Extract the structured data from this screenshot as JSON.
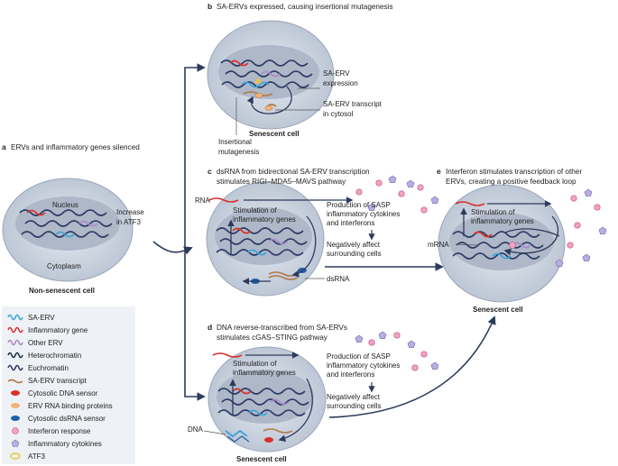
{
  "panel_a": {
    "letter": "a",
    "caption": "ERVs and inflammatory genes silenced",
    "nucleus_label": "Nucleus",
    "cytoplasm_label": "Cytoplasm",
    "cell_label": "Non-senescent cell",
    "arrow_label_1": "Increase",
    "arrow_label_2": "in ATF3"
  },
  "panel_b": {
    "letter": "b",
    "caption": "SA-ERVs expressed, causing insertional mutagenesis",
    "expr_1": "SA-ERV",
    "expr_2": "expression",
    "transcript_1": "SA-ERV transcript",
    "transcript_2": "in cytosol",
    "mut_1": "Insertional",
    "mut_2": "mutagenesis",
    "cell_label": "Senescent cell"
  },
  "panel_c": {
    "letter": "c",
    "caption_1": "dsRNA from bidirectional SA-ERV transcription",
    "caption_2": "stimulates RIGI–MDA5–MAVS pathway",
    "rna_label": "RNA",
    "stim_1": "Stimulation of",
    "stim_2": "inflammatory genes",
    "sasp_1": "Production of SASP",
    "sasp_2": "inflammatory cytokines",
    "sasp_3": "and interferons",
    "neg_1": "Negatively affect",
    "neg_2": "surrounding cells",
    "dsrna_label": "dsRNA"
  },
  "panel_d": {
    "letter": "d",
    "caption_1": "DNA reverse-transcribed from SA-ERVs",
    "caption_2": "stimulates cGAS–STING pathway",
    "stim_1": "Stimulation of",
    "stim_2": "inflammatory genes",
    "sasp_1": "Production of SASP",
    "sasp_2": "inflammatory cytokines",
    "sasp_3": "and interferons",
    "neg_1": "Negatively affect",
    "neg_2": "surrounding cells",
    "dna_label": "DNA",
    "cell_label": "Senescent cell"
  },
  "panel_e": {
    "letter": "e",
    "caption_1": "Interferon stimulates transcription of other",
    "caption_2": "ERVs, creating a positive feedback loop",
    "stim_1": "Stimulation of",
    "stim_2": "inflammatory genes",
    "mrna_label": "mRNA",
    "cell_label": "Senescent cell"
  },
  "legend": {
    "items": [
      {
        "label": "SA-ERV",
        "icon": "sa-erv-icon",
        "color": "#3aa6d8"
      },
      {
        "label": "Inflammatory gene",
        "icon": "inflammatory-gene-icon",
        "color": "#d9302c"
      },
      {
        "label": "Other ERV",
        "icon": "other-erv-icon",
        "color": "#a98bc8"
      },
      {
        "label": "Heterochromatin",
        "icon": "heterochromatin-icon",
        "color": "#1e2a44"
      },
      {
        "label": "Euchromatin",
        "icon": "euchromatin-icon",
        "color": "#2b3b63"
      },
      {
        "label": "SA-ERV transcript",
        "icon": "sa-erv-transcript-icon",
        "color": "#b07a4c"
      },
      {
        "label": "Cytosolic DNA sensor",
        "icon": "cytosolic-dna-sensor-icon",
        "color": "#d9302c"
      },
      {
        "label": "ERV RNA binding proteins",
        "icon": "erv-rna-binding-proteins-icon",
        "color": "#f2b27a"
      },
      {
        "label": "Cytosolic dsRNA sensor",
        "icon": "cytosolic-dsrna-sensor-icon",
        "color": "#1f5fa8"
      },
      {
        "label": "Interferon response",
        "icon": "interferon-response-icon",
        "color": "#f4a3c4"
      },
      {
        "label": "Inflammatory cytokines",
        "icon": "inflammatory-cytokines-icon",
        "color": "#b9aee0"
      },
      {
        "label": "ATF3",
        "icon": "atf3-icon",
        "color": "#f2c23a"
      }
    ]
  }
}
